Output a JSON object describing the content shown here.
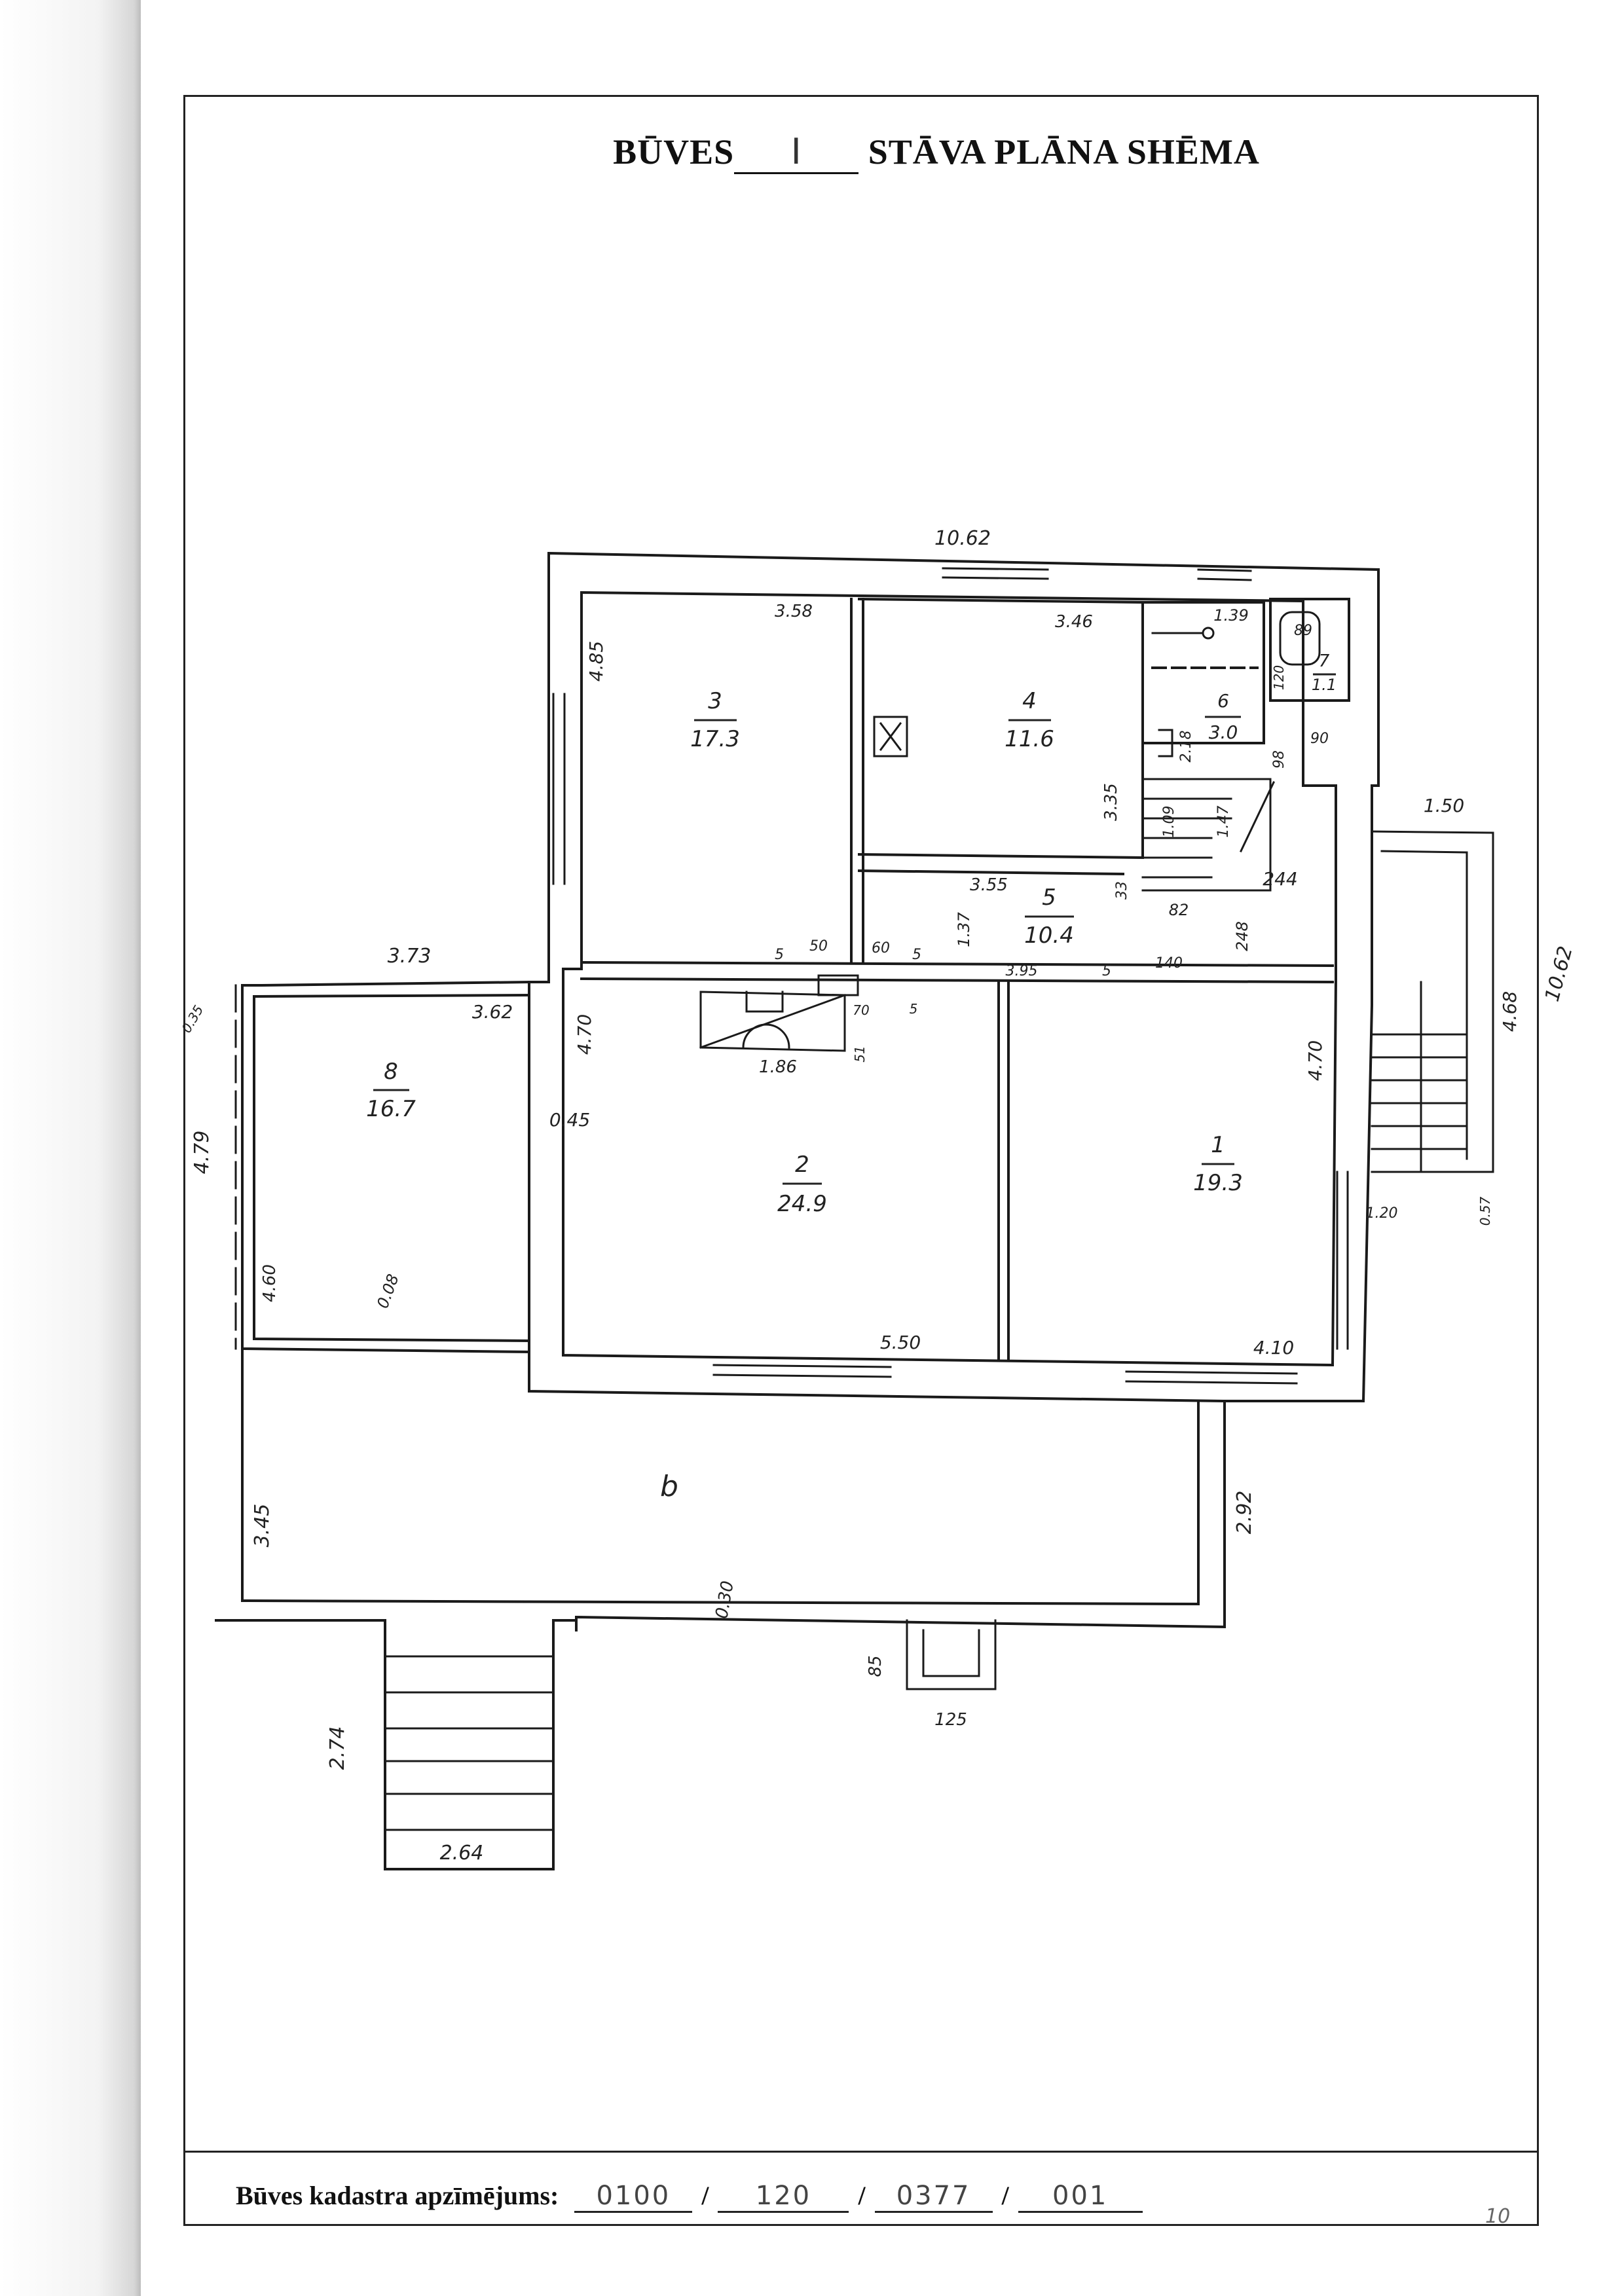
{
  "document": {
    "title_left": "BŪVES",
    "floor_number": "I",
    "title_right": "STĀVA PLĀNA SHĒMA",
    "cadastre_label": "Būves kadastra apzīmējums:",
    "cadastre_parts": [
      "0100",
      "120",
      "0377",
      "001"
    ],
    "cadastre_separator": "/",
    "page_mark": "10"
  },
  "rooms": [
    {
      "id": "r1",
      "number": "1",
      "area": "19.3"
    },
    {
      "id": "r2",
      "number": "2",
      "area": "24.9"
    },
    {
      "id": "r3",
      "number": "3",
      "area": "17.3"
    },
    {
      "id": "r4",
      "number": "4",
      "area": "11.6"
    },
    {
      "id": "r5",
      "number": "5",
      "area": "10.4"
    },
    {
      "id": "r6",
      "number": "6",
      "area": "3.0"
    },
    {
      "id": "r7",
      "number": "7",
      "area": "1.1"
    },
    {
      "id": "r8",
      "number": "8",
      "area": "16.7"
    },
    {
      "id": "rb",
      "number": "b",
      "area": ""
    }
  ],
  "dimensions": {
    "top_overall": "10.62",
    "right_overall": "10.62",
    "r3_top": "3.58",
    "r3_side": "4.85",
    "r4_top": "3.46",
    "r4_side": "3.35",
    "wc_top": "1.39",
    "wc_side": "120",
    "wc_89": "89",
    "r6_218": "2.18",
    "r6_98": "98",
    "r6_90": "90",
    "stair_1_09": "1.09",
    "stair_1_47": "1.47",
    "r5_top": "3.55",
    "r5_137": "1.37",
    "r5_33": "33",
    "r5_82": "82",
    "r5_244": "244",
    "r5_248": "248",
    "wall_5a": "5",
    "wall_50": "50",
    "wall_60": "60",
    "wall_5b": "5",
    "wall_395": "3.95",
    "wall_5c": "5",
    "wall_140": "140",
    "chimney_70": "70",
    "chimney_5": "5",
    "chimney_186": "1.86",
    "chimney_51": "51",
    "r2_side": "4.70",
    "r2_bottom": "5.50",
    "r2_045": "0.45",
    "r1_side": "4.70",
    "r1_bottom": "4.10",
    "entry_150": "1.50",
    "entry_468": "4.68",
    "entry_120": "1.20",
    "entry_057": "0.57",
    "r8_373": "3.73",
    "r8_362": "3.62",
    "r8_035": "0.35",
    "r8_479": "4.79",
    "r8_460": "4.60",
    "r8_008": "0.08",
    "terrace_345": "3.45",
    "terrace_292": "2.92",
    "terrace_030": "0.30",
    "steps_274": "2.74",
    "steps_264": "2.64",
    "pit_85": "85",
    "pit_125": "125"
  }
}
